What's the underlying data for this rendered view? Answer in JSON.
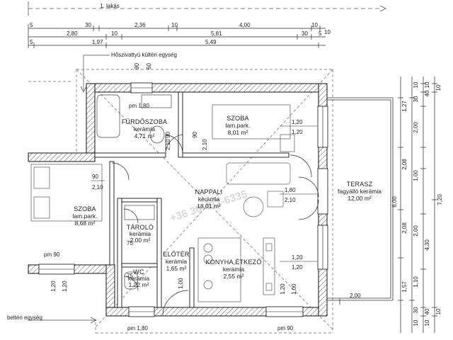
{
  "header": {
    "title": "1. lakás"
  },
  "labels": {
    "heatpump_outdoor": "Hőszivattyú kültéri egység",
    "outdoor_unit_cut": "beltéri egység",
    "watermark": "+36 30 432-6335"
  },
  "top_dims": {
    "row1": [
      "5",
      "30",
      "2,36",
      "10",
      "4,00",
      "10"
    ],
    "row2": [
      "2,80",
      "10",
      "5,81",
      "30",
      "5"
    ],
    "row3": [
      "5",
      "1,97",
      "5,49",
      "10"
    ]
  },
  "rooms": [
    {
      "name": "FÜRDŐSZOBA",
      "floor": "kerámia",
      "area": "4,71 m²"
    },
    {
      "name": "SZOBA",
      "floor": "lam.park.",
      "area": "8,01 m²"
    },
    {
      "name": "SZOBA",
      "floor": "lam.park.",
      "area": "8,68 m²"
    },
    {
      "name": "NAPPALI",
      "floor": "kerámia",
      "area": "18,01 m²"
    },
    {
      "name": "TÁROLÓ",
      "floor": "kerámia",
      "area": "2,00 m²"
    },
    {
      "name": "ELŐTÉR",
      "floor": "kerámia",
      "area": "1,65 m²"
    },
    {
      "name": "WC",
      "floor": "kerámia",
      "area": "1,22 m²"
    },
    {
      "name": "KONYHA,ÉTKEZŐ",
      "floor": "kerámia",
      "area": "2,55 m²"
    },
    {
      "name": "TERASZ",
      "floor": "fagyálló kerámia",
      "area": "12,00 m²"
    }
  ],
  "openings": {
    "pm_bath": "pm 1,80",
    "pm_left": "pm 90",
    "pm_bottom_left": "pm 1,80",
    "pm_bottom_right": "pm 90",
    "door_90_top": "90",
    "door_60_top": "60",
    "door_90_bath": "90",
    "door_210_bath": "2,10",
    "door_90_room": "90",
    "door_210_room": "2,10",
    "door_90_left": "90",
    "door_210_left": "2,10",
    "win_120_a": "1,20",
    "win_120_b": "1,20",
    "win_180": "1,80",
    "win_210": "2,10",
    "win_120_c": "1,20",
    "win_120_d": "1,20",
    "door_75": "75",
    "door_75_wc": "75",
    "door_100": "1,00",
    "terrace_200": "2,00",
    "left_120_a": "1,20",
    "left_120_b": "1,20",
    "bottom_120": "1,20",
    "bottom_100": "1,00"
  },
  "right_dims": {
    "col1": [
      "1,27",
      "2,08",
      "2,08",
      "1,57"
    ],
    "col2": [
      "6,00"
    ],
    "col3": [
      "10",
      "30",
      "2,00",
      "1,00",
      "2,00",
      "1,10",
      "30",
      "10"
    ],
    "col4": [
      "10",
      "40",
      "7,20",
      "4,30",
      "40",
      "10"
    ],
    "col4_small": [
      "10",
      "10"
    ]
  }
}
